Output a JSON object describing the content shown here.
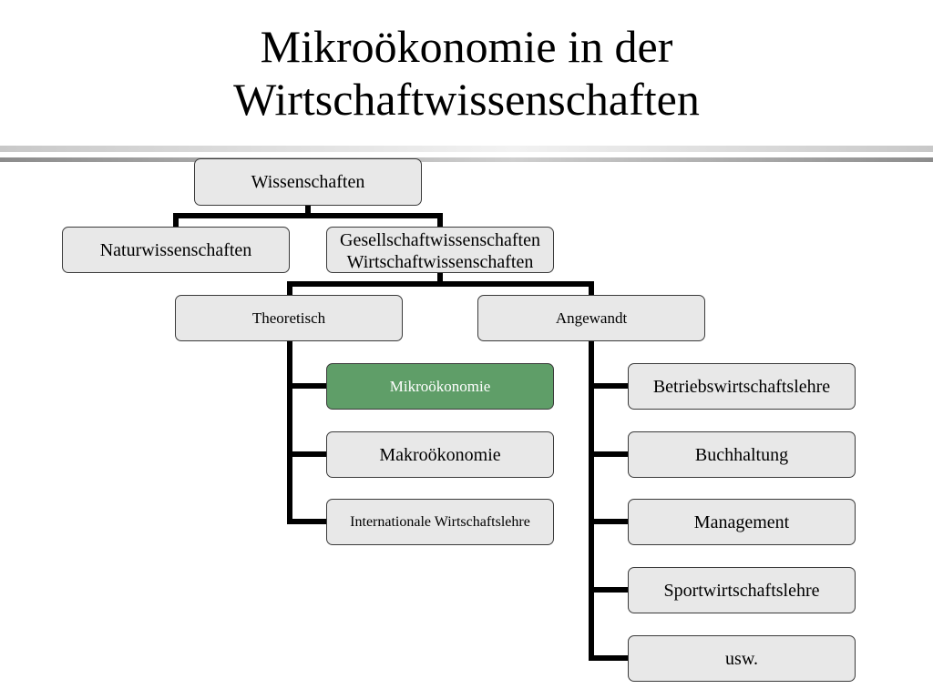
{
  "slide": {
    "title_line1": "Mikroökonomie in der",
    "title_line2": "Wirtschaftwissenschaften"
  },
  "diagram": {
    "root": "Wissenschaften",
    "level1": {
      "natural": "Naturwissenschaften",
      "social_line1": "Gesellschaftwissenschaften",
      "social_line2": "Wirtschaftwissenschaften"
    },
    "level2": {
      "theoretical": "Theoretisch",
      "applied": "Angewandt"
    },
    "theoretical_children": [
      "Mikroökonomie",
      "Makroökonomie",
      "Internationale Wirtschaftslehre"
    ],
    "applied_children": [
      "Betriebswirtschaftslehre",
      "Buchhaltung",
      "Management",
      "Sportwirtschaftslehre",
      "usw."
    ],
    "highlight_color": "#5f9e68",
    "node_color": "#e8e8e8"
  }
}
